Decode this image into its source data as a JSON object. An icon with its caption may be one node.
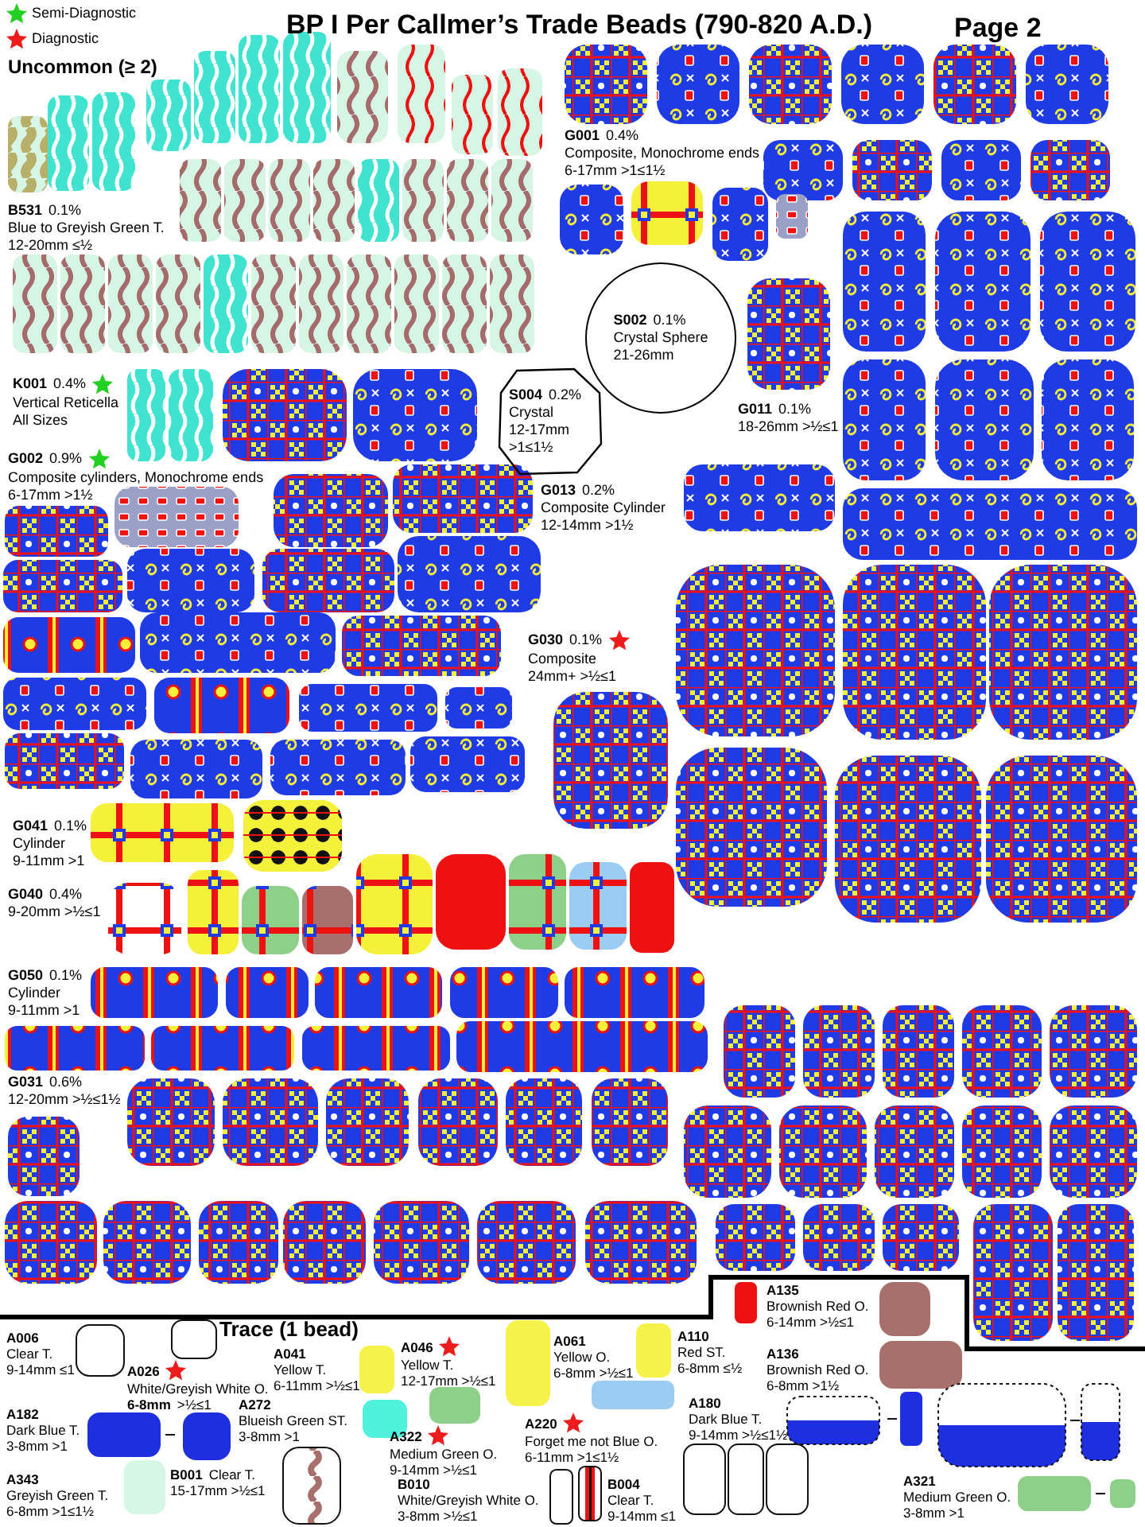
{
  "diagram": {
    "title": "BP I Per Callmer’s Trade Beads (790-820 A.D.)",
    "nodes": [
      {
        "text": [
          "S002",
          "0.1%",
          "Crystal Sphere",
          "21-26mm"
        ]
      },
      {
        "text": [
          "S004",
          "0.2%",
          "Crystal",
          "12-17mm",
          ">1≤1½"
        ]
      }
    ],
    "labels": [
      "Page 2",
      "Uncommon (≥ 2)",
      "B531",
      "0.1%",
      "Blue to Greyish Green T.",
      "12-20mm ≤½",
      "G001",
      "0.4%",
      "Composite, Monochrome ends",
      "6-17mm >1≤1½",
      "K001",
      "0.4%",
      "Vertical Reticella",
      "All Sizes",
      "G011",
      "0.1%",
      "18-26mm >½≤1",
      "G002",
      "0.9%",
      "Composite cylinders, Monochrome ends",
      "6-17mm >1½",
      "G013",
      "0.2%",
      "Composite Cylinder",
      "12-14mm >1½",
      "G030",
      "0.1%",
      "Composite",
      "24mm+ >½≤1",
      "G041",
      "0.1%",
      "Cylinder",
      "9-11mm >1",
      "G040",
      "0.4%",
      "9-20mm >½≤1",
      "G050",
      "0.1%",
      "Cylinder",
      "9-11mm >1",
      "G031",
      "0.6%",
      "12-20mm >½≤1½",
      "Trace (1 bead)",
      "A006",
      "Clear T.",
      "9-14mm ≤1",
      "A026",
      "White/Greyish White O.",
      "6-8mm",
      ">½≤1",
      "A041",
      "Yellow T.",
      "6-11mm >½≤1",
      "A046",
      "Yellow T.",
      "12-17mm >½≤1",
      "A061",
      "Yellow O.",
      "6-8mm >½≤1",
      "A110",
      "Red ST.",
      "6-8mm ≤½",
      "A135",
      "Brownish Red O.",
      "6-14mm >½≤1",
      "A136",
      "Brownish Red O.",
      "6-8mm >1½",
      "A182",
      "Dark Blue T.",
      "3-8mm >1",
      "A272",
      "Blueish Green ST.",
      "3-8mm >1",
      "A322",
      "Medium Green O.",
      "9-14mm >½≤1",
      "A220",
      "Forget me not Blue O.",
      "6-11mm >1≤1½",
      "A180",
      "Dark Blue T.",
      "9-14mm >½≤1½",
      "A343",
      "Greyish Green T.",
      "6-8mm >1≤1½",
      "B001",
      "Clear T.",
      "15-17mm >½≤1",
      "B010",
      "White/Greyish White O.",
      "3-8mm >½≤1",
      "B004",
      "Clear T.",
      "9-14mm ≤1",
      "A321",
      "Medium Green O.",
      "3-8mm >1"
    ],
    "legend": [
      {
        "text": "Semi-Diagnostic"
      },
      {
        "text": "Diagnostic"
      }
    ]
  }
}
